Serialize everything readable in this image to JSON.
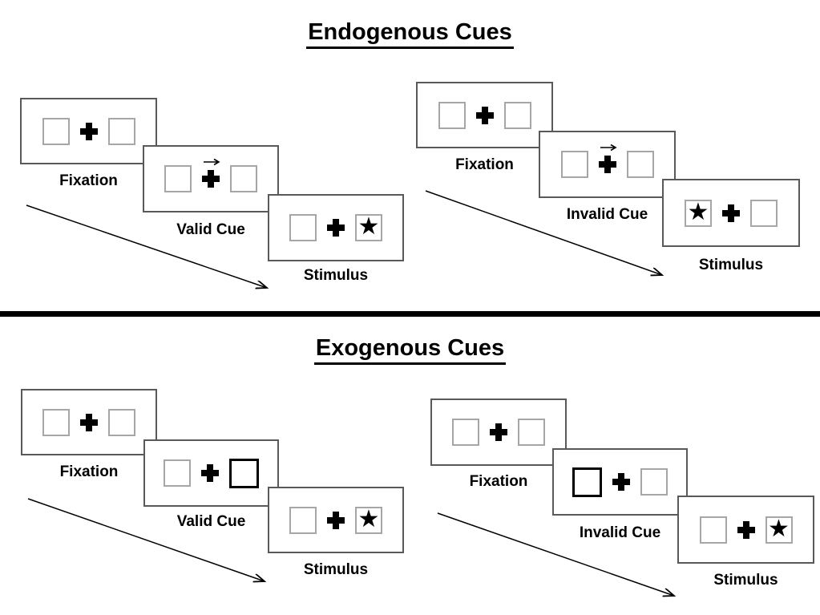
{
  "diagram": {
    "kind": "posner-cueing-task",
    "symbols": {
      "star": "★"
    },
    "colors": {
      "background": "#ffffff",
      "panel_border": "#595959",
      "box_border": "#a6a6a6",
      "symbol": "#000000",
      "divider": "#000000"
    }
  },
  "sections": [
    {
      "title": "Endogenous Cues",
      "cue_type": "central-arrow",
      "sequences": [
        {
          "condition": "valid",
          "cue_direction": "right",
          "stimulus_side": "right",
          "labels": {
            "fixation": "Fixation",
            "cue": "Valid Cue",
            "stimulus": "Stimulus"
          }
        },
        {
          "condition": "invalid",
          "cue_direction": "right",
          "stimulus_side": "left",
          "labels": {
            "fixation": "Fixation",
            "cue": "Invalid Cue",
            "stimulus": "Stimulus"
          }
        }
      ]
    },
    {
      "title": "Exogenous Cues",
      "cue_type": "peripheral-box-highlight",
      "sequences": [
        {
          "condition": "valid",
          "cue_side": "right",
          "stimulus_side": "right",
          "labels": {
            "fixation": "Fixation",
            "cue": "Valid Cue",
            "stimulus": "Stimulus"
          }
        },
        {
          "condition": "invalid",
          "cue_side": "left",
          "stimulus_side": "right",
          "labels": {
            "fixation": "Fixation",
            "cue": "Invalid Cue",
            "stimulus": "Stimulus"
          }
        }
      ]
    }
  ]
}
